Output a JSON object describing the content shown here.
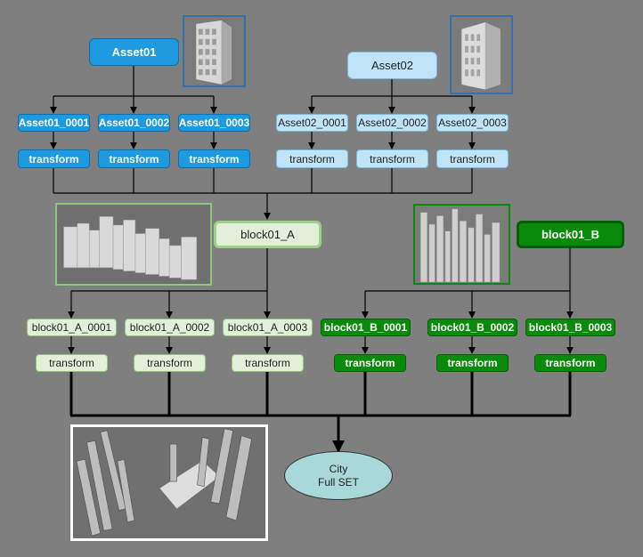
{
  "asset01": {
    "label": "Asset01",
    "instances": [
      "Asset01_0001",
      "Asset01_0002",
      "Asset01_0003"
    ],
    "transform_label": "transform"
  },
  "asset02": {
    "label": "Asset02",
    "instances": [
      "Asset02_0001",
      "Asset02_0002",
      "Asset02_0003"
    ],
    "transform_label": "transform"
  },
  "block_a": {
    "label": "block01_A",
    "instances": [
      "block01_A_0001",
      "block01_A_0002",
      "block01_A_0003"
    ],
    "transform_label": "transform"
  },
  "block_b": {
    "label": "block01_B",
    "instances": [
      "block01_B_0001",
      "block01_B_0002",
      "block01_B_0003"
    ],
    "transform_label": "transform"
  },
  "city": {
    "line1": "City",
    "line2": "Full SET"
  },
  "colors": {
    "background": "#7f7f7f",
    "asset01_blue": "#1e9be0",
    "asset02_light_blue": "#bfe3f7",
    "block_a_light_green": "#e2f0d9",
    "block_b_dark_green": "#0a8a0a",
    "city_fill": "#a8d8d8"
  },
  "thumbnails": {
    "asset01": "building-render-thumbnail",
    "asset02": "building-render-thumbnail",
    "block_a": "city-block-render-thumbnail",
    "block_b": "skyscraper-block-render-thumbnail",
    "city": "city-full-set-render-thumbnail"
  }
}
